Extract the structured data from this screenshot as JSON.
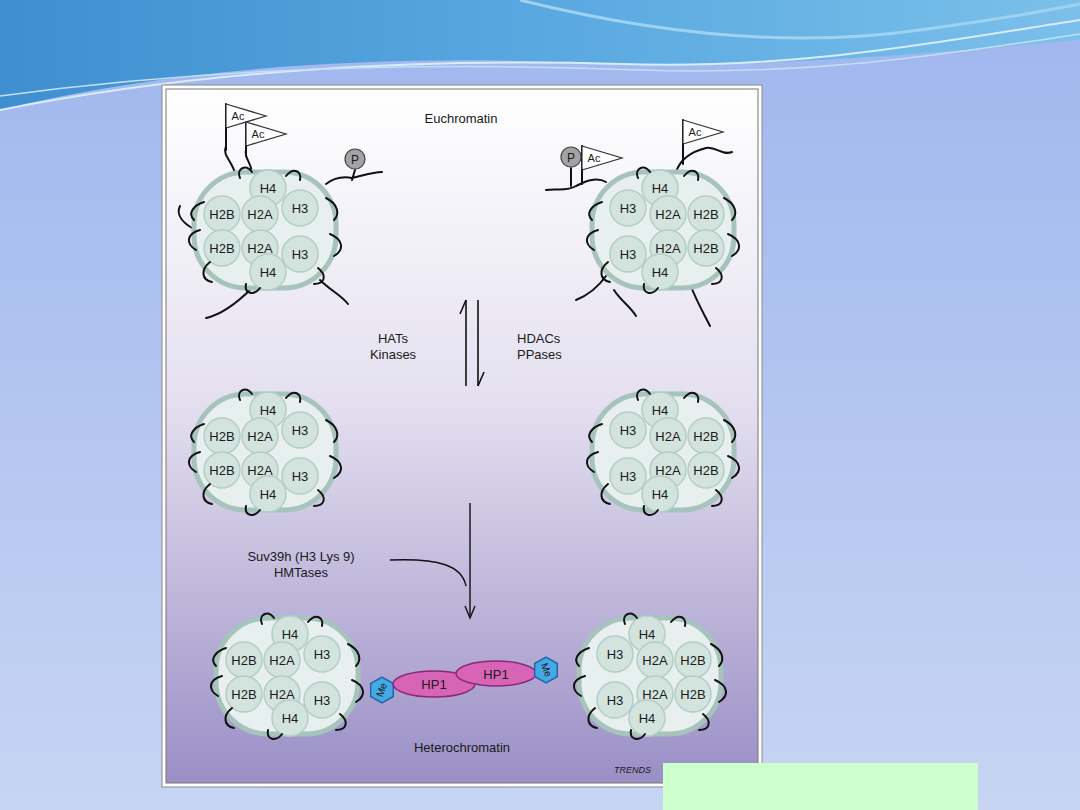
{
  "diagram": {
    "nodes": [
      {
        "text": [
          "Ac"
        ]
      },
      {
        "text": [
          "Ac"
        ]
      },
      {
        "text": [
          "P"
        ]
      },
      {
        "text": [
          "P"
        ]
      },
      {
        "text": [
          "Ac"
        ]
      },
      {
        "text": [
          "Ac"
        ]
      },
      {
        "text": [
          "H4",
          "H2B",
          "H2A",
          "H3",
          "H2B",
          "H2A",
          "H3",
          "H4"
        ]
      },
      {
        "text": [
          "H4",
          "H3",
          "H2A",
          "H2B",
          "H3",
          "H2A",
          "H2B",
          "H4"
        ]
      },
      {
        "text": [
          "H4",
          "H2B",
          "H2A",
          "H3",
          "H2B",
          "H2A",
          "H3",
          "H4"
        ]
      },
      {
        "text": [
          "H4",
          "H3",
          "H2A",
          "H2B",
          "H3",
          "H2A",
          "H2B",
          "H4"
        ]
      },
      {
        "text": [
          "H4",
          "H2B",
          "H2A",
          "H3",
          "H2B",
          "H2A",
          "H3",
          "H4"
        ]
      },
      {
        "text": [
          "Me"
        ]
      },
      {
        "text": [
          "HP1"
        ]
      },
      {
        "text": [
          "HP1"
        ]
      },
      {
        "text": [
          "Me"
        ]
      },
      {
        "text": [
          "H4",
          "H3",
          "H2A",
          "H2B",
          "H3",
          "H2A",
          "H2B",
          "H4"
        ]
      }
    ],
    "labels": [
      "Euchromatin",
      "HATs Kinases",
      "HDACs PPases",
      "Suv39h (H3 Lys 9) HMTases",
      "Heterochromatin",
      "TRENDS"
    ]
  }
}
